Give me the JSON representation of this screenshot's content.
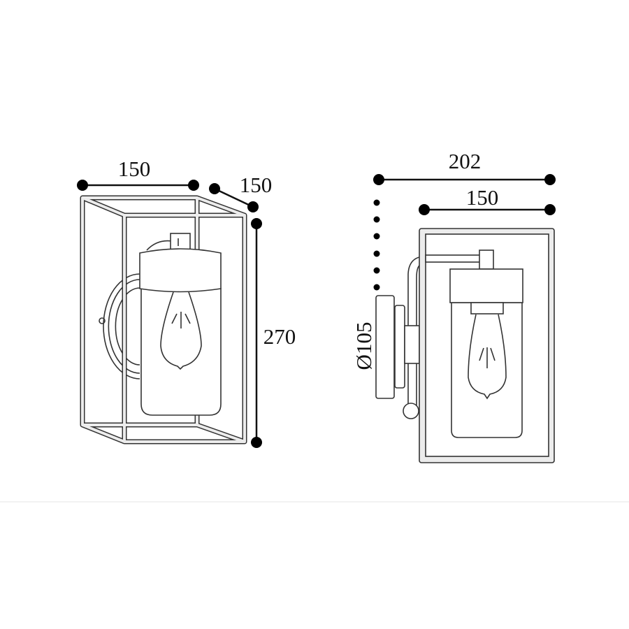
{
  "front_view": {
    "width_label": "150",
    "depth_label": "150",
    "height_label": "270"
  },
  "side_view": {
    "total_depth_label": "202",
    "lantern_depth_label": "150",
    "plate_diameter_label": "Ø105"
  },
  "colors": {
    "line": "#333333",
    "frame_fill": "#ececec",
    "dimension": "#000000"
  }
}
